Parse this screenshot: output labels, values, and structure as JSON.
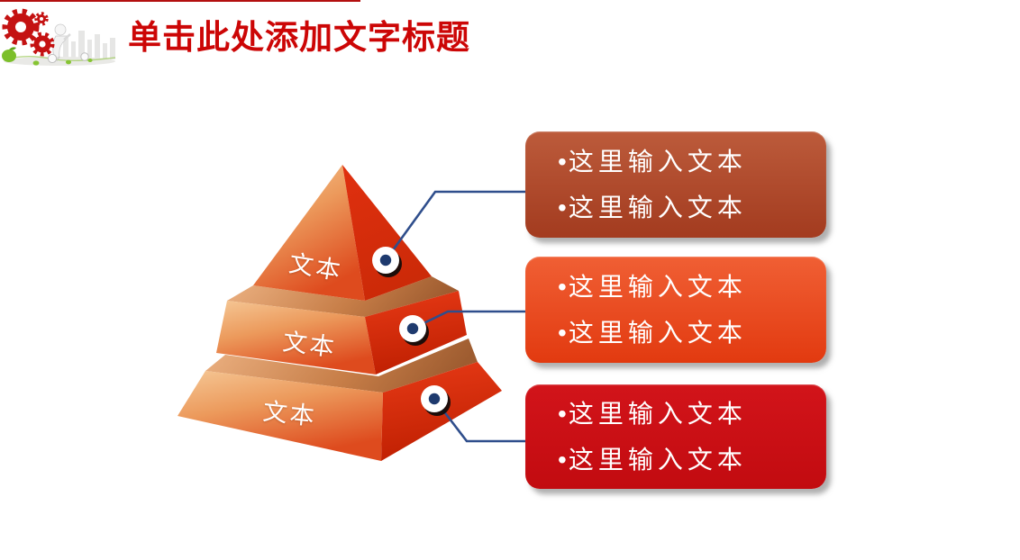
{
  "slide": {
    "title": "单击此处添加文字标题"
  },
  "header": {
    "decoration": "banner with red gears, white 3d figures, green plants and faint city skyline",
    "icons": [
      "red-gears-icon",
      "person-figure-icon",
      "green-plant-icon",
      "city-skyline"
    ]
  },
  "pyramid": {
    "type": "3d-layered-pyramid",
    "levels": [
      {
        "label": "文本"
      },
      {
        "label": "文本"
      },
      {
        "label": "文本"
      }
    ]
  },
  "callouts": [
    {
      "bullet": "•",
      "lines": [
        "这里输入文本",
        "这里输入文本"
      ]
    },
    {
      "bullet": "•",
      "lines": [
        "这里输入文本",
        "这里输入文本"
      ]
    },
    {
      "bullet": "•",
      "lines": [
        "这里输入文本",
        "这里输入文本"
      ]
    }
  ],
  "colors": {
    "title": "#CC0606",
    "top_strip": "#B30F0F",
    "connector": "#2F4E8C",
    "node_dot": "#1E3A6E",
    "gear_red": "#C41212",
    "callout_1_top": "#BC5B3B",
    "callout_1_bottom": "#A33B1F",
    "callout_2_top": "#F05F34",
    "callout_2_bottom": "#E23A10",
    "callout_3_top": "#D2141A",
    "callout_3_bottom": "#C20B10",
    "pyramid_left_light": "#F5C795",
    "pyramid_left_dark": "#DE4B1E",
    "pyramid_right_light": "#E73A16",
    "pyramid_right_dark": "#C02002",
    "pyramid_top_light": "#EDB384",
    "pyramid_top_dark": "#9E5C30"
  }
}
